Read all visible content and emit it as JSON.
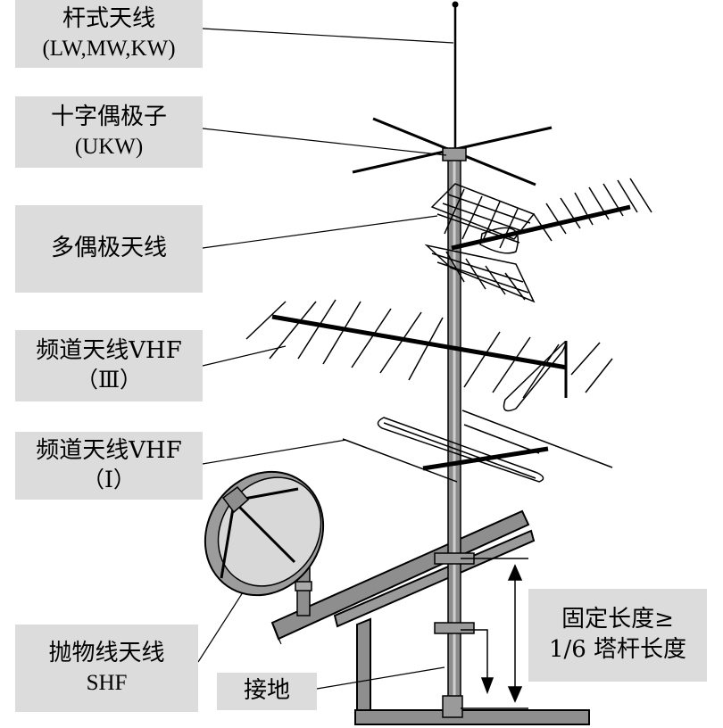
{
  "labels": {
    "rod_antenna": {
      "title": "杆式天线",
      "sub": "(LW,MW,KW)"
    },
    "cross_dipole": {
      "title": "十字偶极子",
      "sub": "(UKW)"
    },
    "multi_dipole": {
      "title": "多偶极天线"
    },
    "vhf3": {
      "title": "频道天线VHF",
      "sub": "（Ⅲ）"
    },
    "vhf1": {
      "title": "频道天线VHF",
      "sub": "（Ⅰ）"
    },
    "parabolic": {
      "title": "抛物线天线",
      "sub": "SHF"
    },
    "ground": {
      "title": "接地"
    },
    "fixed_length": {
      "line1": "固定长度≥",
      "line2": "1/6 塔杆长度"
    }
  }
}
